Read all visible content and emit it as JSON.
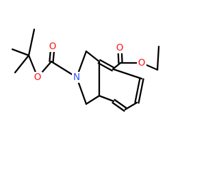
{
  "molecule": {
    "atoms": [
      {
        "id": "O1",
        "label": "O",
        "color": "#ff0d0d"
      },
      {
        "id": "O2",
        "label": "O",
        "color": "#ff0d0d"
      },
      {
        "id": "N1",
        "label": "N",
        "color": "#3050f8"
      },
      {
        "id": "O3",
        "label": "O",
        "color": "#ff0d0d"
      },
      {
        "id": "O4",
        "label": "O",
        "color": "#ff0d0d"
      }
    ]
  }
}
